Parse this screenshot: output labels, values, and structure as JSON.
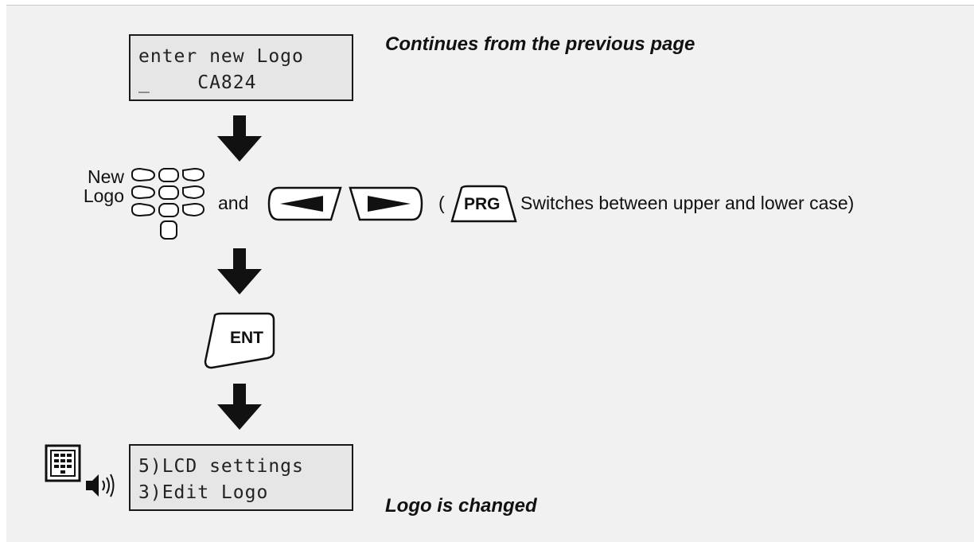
{
  "lcd_top": {
    "line1": "enter new Logo",
    "line2": "_    CA824"
  },
  "heading_top": "Continues from the previous page",
  "keypad_label": {
    "line1": "New",
    "line2": "Logo"
  },
  "and_label": "and",
  "prg_note": {
    "open": "(",
    "key": "PRG",
    "text": "Switches between upper and lower case)"
  },
  "ent_key": "ENT",
  "lcd_bottom": {
    "line1": "5)LCD settings",
    "line2": "3)Edit Logo"
  },
  "heading_bottom": "Logo is changed",
  "icons": [
    "arrow-down-icon",
    "keypad-icon",
    "left-arrow-key-icon",
    "right-arrow-key-icon",
    "menu-keypad-icon",
    "speaker-beep-icon"
  ]
}
